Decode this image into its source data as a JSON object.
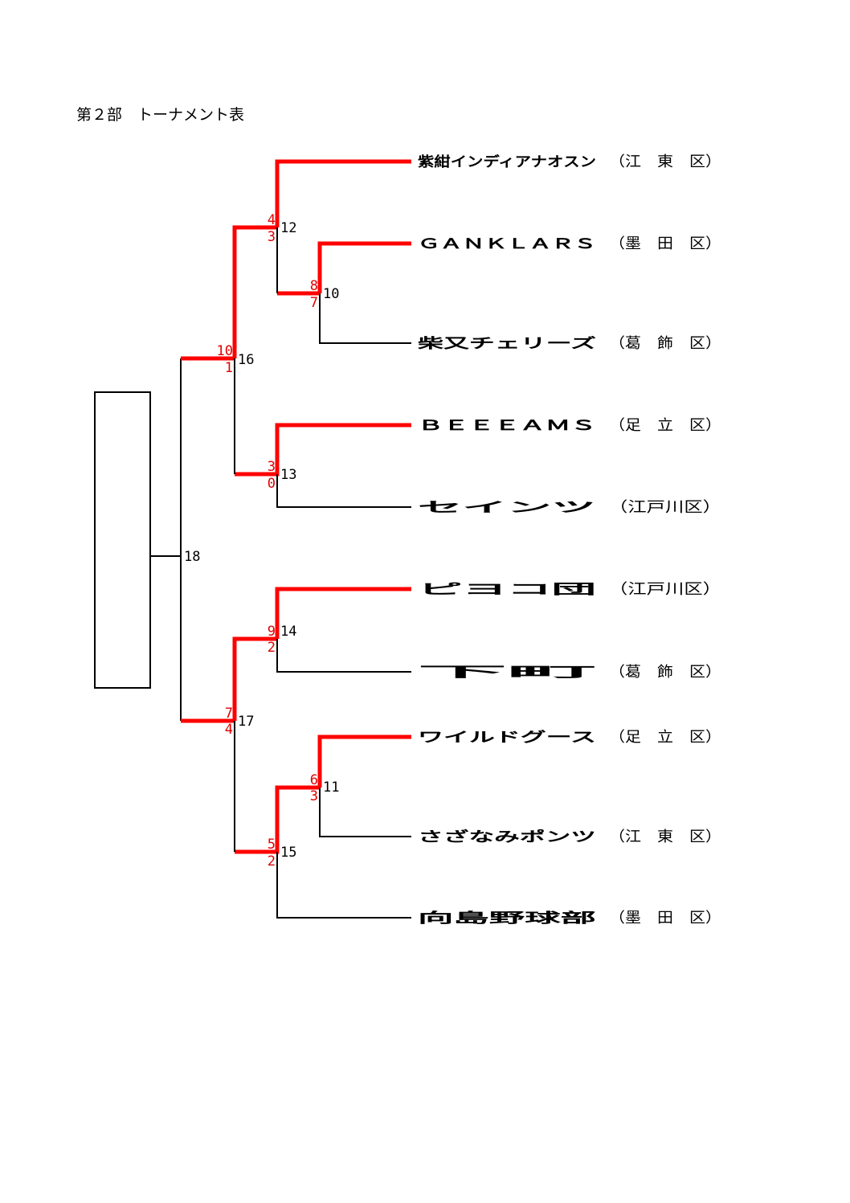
{
  "title": "第２部　トーナメント表",
  "colors": {
    "winner_line": "#ff0000",
    "score": "#e00000",
    "line": "#000000"
  },
  "teams": [
    {
      "name": "紫紺インディアナオスン",
      "ward": "（江　東　区）"
    },
    {
      "name": "ＧＡＮＫＬＡＲＳ",
      "ward": "（墨　田　区）"
    },
    {
      "name": "柴又チェリーズ",
      "ward": "（葛　飾　区）"
    },
    {
      "name": "ＢＥＥＥＡＭＳ",
      "ward": "（足　立　区）"
    },
    {
      "name": "セインツ",
      "ward": "（江戸川区）"
    },
    {
      "name": "ピヨコ団",
      "ward": "（江戸川区）"
    },
    {
      "name": "下町",
      "ward": "（葛　飾　区）"
    },
    {
      "name": "ワイルドグース",
      "ward": "（足　立　区）"
    },
    {
      "name": "さざなみポンツ",
      "ward": "（江　東　区）"
    },
    {
      "name": "向島野球部",
      "ward": "（墨　田　区）"
    }
  ],
  "matches": [
    {
      "no": "10",
      "score_top": "8",
      "score_bottom": "7"
    },
    {
      "no": "11",
      "score_top": "6",
      "score_bottom": "3"
    },
    {
      "no": "12",
      "score_top": "4",
      "score_bottom": "3"
    },
    {
      "no": "13",
      "score_top": "3",
      "score_bottom": "0"
    },
    {
      "no": "14",
      "score_top": "9",
      "score_bottom": "2"
    },
    {
      "no": "15",
      "score_top": "5",
      "score_bottom": "2"
    },
    {
      "no": "16",
      "score_top": "10",
      "score_bottom": "1"
    },
    {
      "no": "17",
      "score_top": "7",
      "score_bottom": "4"
    },
    {
      "no": "18"
    }
  ]
}
